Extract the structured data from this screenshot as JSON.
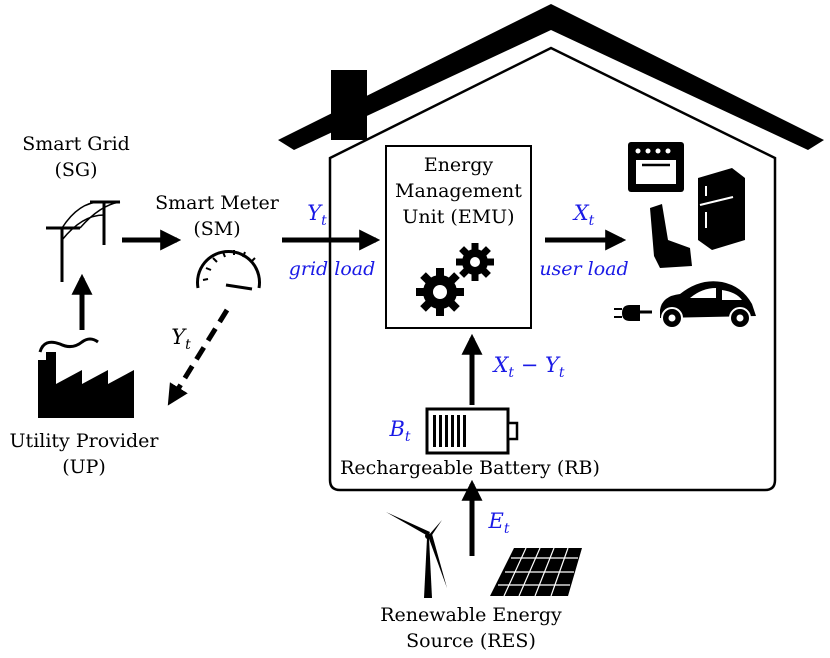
{
  "labels": {
    "smart_grid": "Smart Grid",
    "smart_grid_abbr": "(SG)",
    "smart_meter": "Smart Meter",
    "smart_meter_abbr": "(SM)",
    "utility_provider": "Utility Provider",
    "utility_provider_abbr": "(UP)",
    "emu_line1": "Energy",
    "emu_line2": "Management",
    "emu_line3": "Unit (EMU)",
    "battery": "Rechargeable Battery (RB)",
    "res_line1": "Renewable Energy",
    "res_line2": "Source (RES)"
  },
  "flows": {
    "grid_load_symbol": "Y",
    "grid_load_sub": "t",
    "grid_load_text": "grid load",
    "report_symbol": "Y",
    "report_sub": "t",
    "user_load_symbol": "X",
    "user_load_sub": "t",
    "user_load_text": "user load",
    "battery_to_emu": "X",
    "battery_to_emu_sub1": "t",
    "battery_to_emu_minus": " − ",
    "battery_to_emu_y": "Y",
    "battery_to_emu_sub2": "t",
    "battery_state_symbol": "B",
    "battery_state_sub": "t",
    "res_symbol": "E",
    "res_sub": "t"
  },
  "colors": {
    "math_blue": "#1a1ae6",
    "line": "#000000"
  },
  "icons": [
    "house-icon",
    "power-pole-icon",
    "smart-meter-gauge-icon",
    "factory-icon",
    "gears-icon",
    "oven-icon",
    "refrigerator-icon",
    "chair-icon",
    "electric-car-icon",
    "battery-icon",
    "wind-turbine-icon",
    "solar-panel-icon"
  ]
}
